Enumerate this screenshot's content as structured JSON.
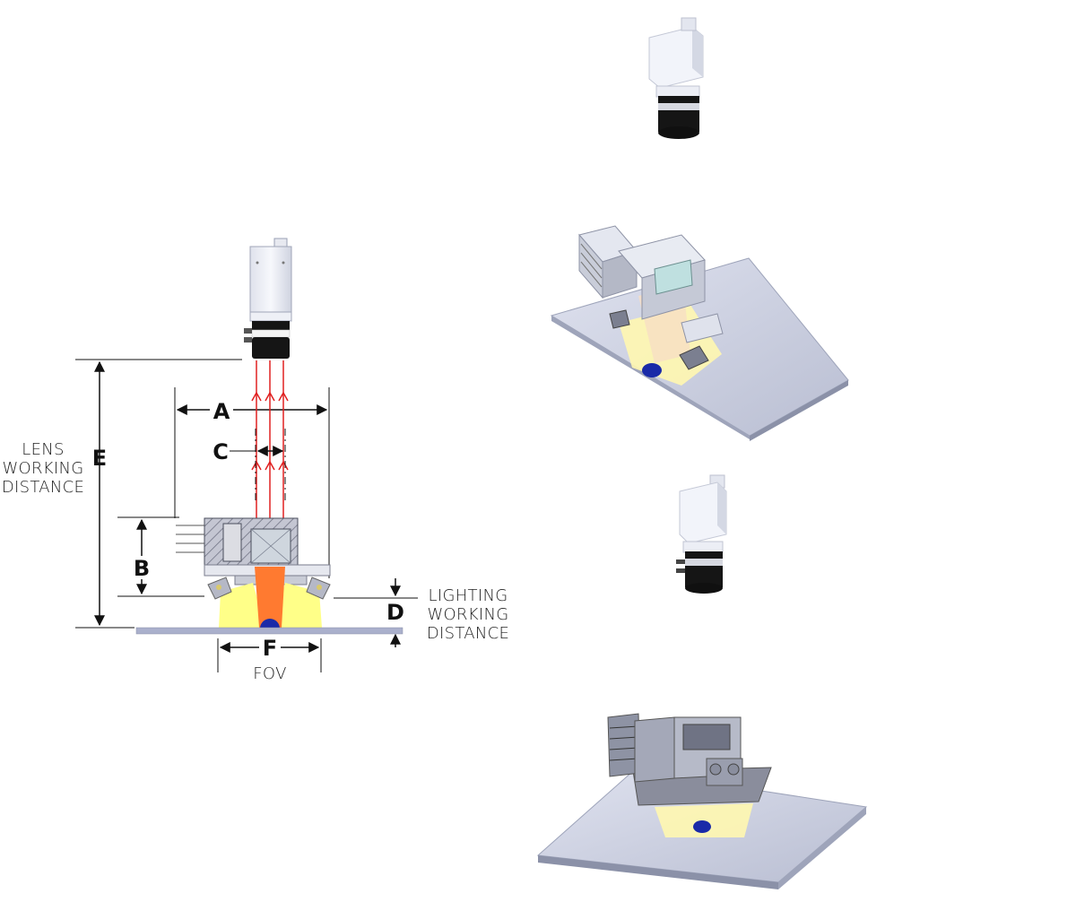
{
  "dimensions": {
    "a": "A",
    "b": "B",
    "c": "C",
    "d": "D",
    "e": "E",
    "f": "F"
  },
  "labels": {
    "lens_working_distance": [
      "LENS",
      "WORKING",
      "DISTANCE"
    ],
    "lighting_working_distance": [
      "LIGHTING",
      "WORKING",
      "DISTANCE"
    ],
    "fov": "FOV"
  },
  "colors": {
    "ray": "#e02020",
    "illumination": "#ffff88",
    "beam": "#ff7a30",
    "target": "#1a2aa8",
    "plate": "#aab0cc",
    "housing": "#b9bccb",
    "lens_black": "#151515",
    "camera_body": "#eef0f6"
  },
  "icons": [
    "camera-icon",
    "light-head-icon",
    "camera-light-assembly-icon"
  ]
}
